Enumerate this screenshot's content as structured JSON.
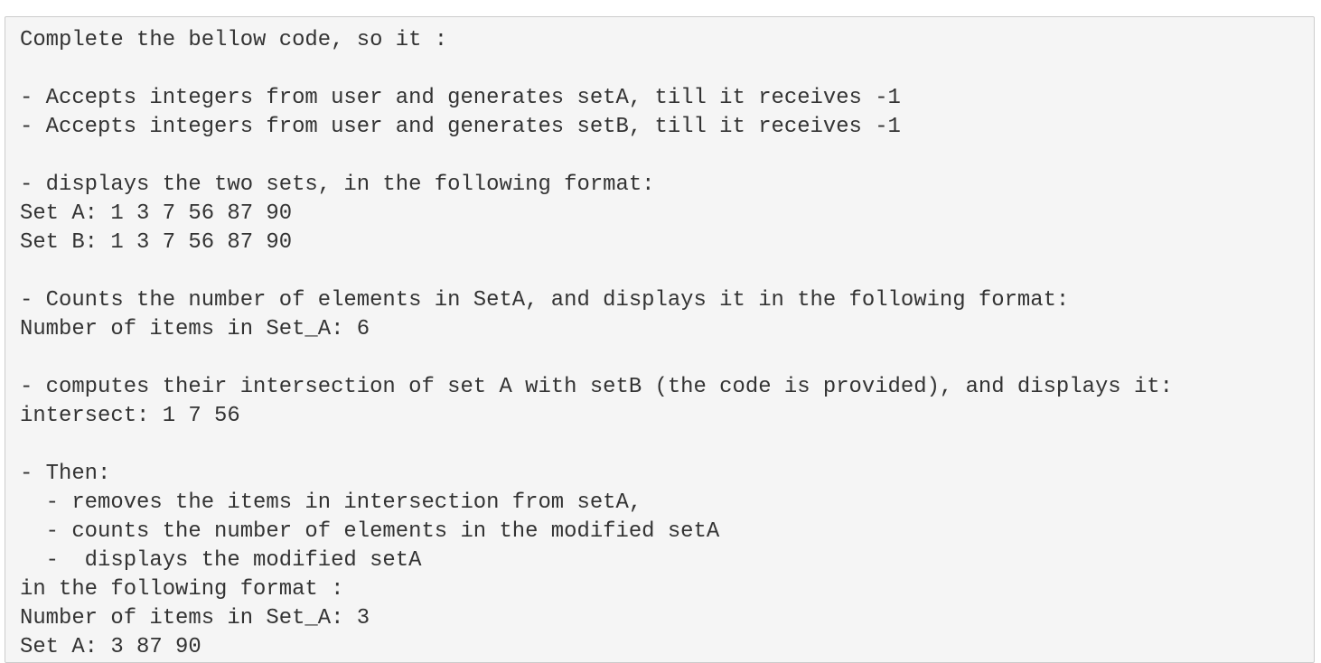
{
  "code_block": {
    "lines": [
      "Complete the bellow code, so it :",
      "",
      "- Accepts integers from user and generates setA, till it receives -1",
      "- Accepts integers from user and generates setB, till it receives -1",
      "",
      "- displays the two sets, in the following format:",
      "Set A: 1 3 7 56 87 90",
      "Set B: 1 3 7 56 87 90",
      "",
      "- Counts the number of elements in SetA, and displays it in the following format:",
      "Number of items in Set_A: 6",
      "",
      "- computes their intersection of set A with setB (the code is provided), and displays it:",
      "intersect: 1 7 56",
      "",
      "- Then:",
      "  - removes the items in intersection from setA,",
      "  - counts the number of elements in the modified setA",
      "  -  displays the modified setA",
      "in the following format :",
      "Number of items in Set_A: 3",
      "Set A: 3 87 90"
    ]
  }
}
